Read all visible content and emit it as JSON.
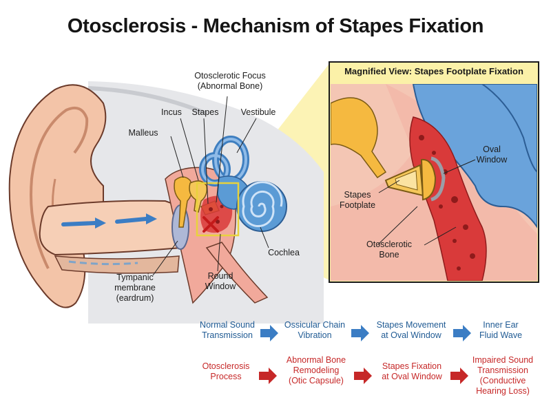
{
  "title": "Otosclerosis - Mechanism of Stapes Fixation",
  "labels": {
    "focus": [
      "Otosclerotic Focus",
      "(Abnormal Bone)"
    ],
    "incus": "Incus",
    "stapes": "Stapes",
    "vestibule": "Vestibule",
    "malleus": "Malleus",
    "cochlea": "Cochlea",
    "tympanic": [
      "Tympanic",
      "membrane",
      "(eardrum)"
    ],
    "round": [
      "Round",
      "Window"
    ]
  },
  "magnified": {
    "title": "Magnified View: Stapes Footplate Fixation",
    "oval": [
      "Oval",
      "Window"
    ],
    "footplate": [
      "Stapes",
      "Footplate"
    ],
    "bone": [
      "Otosclerotic",
      "Bone"
    ]
  },
  "flow": {
    "normal": [
      [
        "Normal Sound",
        "Transmission"
      ],
      [
        "Ossicular Chain",
        "Vibration"
      ],
      [
        "Stapes Movement",
        "at Oval Window"
      ],
      [
        "Inner Ear",
        "Fluid Wave"
      ]
    ],
    "otosclerosis": [
      [
        "Otosclerosis",
        "Process"
      ],
      [
        "Abnormal Bone",
        "Remodeling",
        "(Otic Capsule)"
      ],
      [
        "Stapes Fixation",
        "at Oval Window"
      ],
      [
        "Impaired Sound",
        "Transmission",
        "(Conductive",
        "Hearing Loss)"
      ]
    ]
  },
  "colors": {
    "normal": "#1f5a93",
    "otosclerosis": "#c62828",
    "bone_red": "#d93a3a",
    "ossicle": "#f5b940",
    "inner_ear": "#5b9bd5",
    "skin": "#f3c4a8",
    "highlight": "#fbf1a8"
  }
}
